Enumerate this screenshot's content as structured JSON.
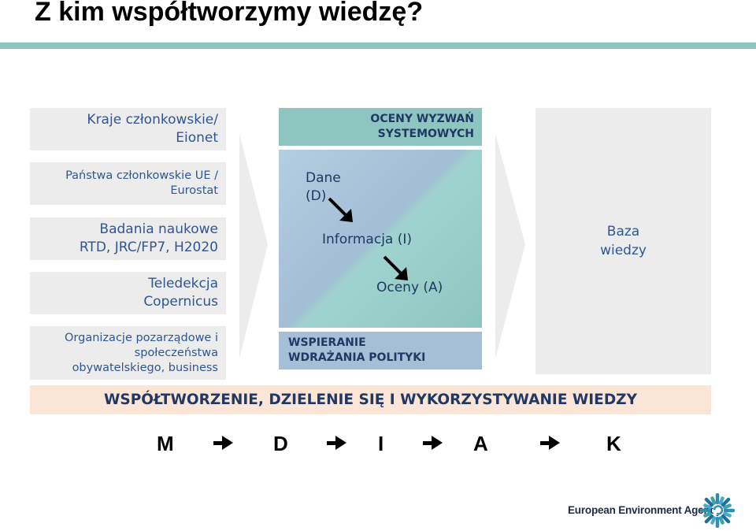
{
  "title": "Z kim współtworzymy wiedzę?",
  "sources": [
    {
      "line1": "Kraje członkowskie/",
      "line2": "Eionet"
    },
    {
      "line1": "Państwa członkowskie UE /",
      "line2": "Eurostat"
    },
    {
      "line1": "Badania naukowe",
      "line2": "RTD, JRC/FP7, H2020"
    },
    {
      "line1": "Teledekcja",
      "line2": "Copernicus"
    },
    {
      "line1": "Organizacje pozarządowe i",
      "line2": "społeczeństwa",
      "line3": "obywatelskiego, business"
    }
  ],
  "center": {
    "header_line1": "OCENY WYZWAŃ",
    "header_line2": "SYSTEMOWYCH",
    "data_line1": "Dane",
    "data_line2": "(D)",
    "information": "Informacja (I)",
    "assessments": "Oceny (A)",
    "policy_line1": "WSPIERANIE",
    "policy_line2": "WDRAŻANIA POLITYKI"
  },
  "knowledge_base": {
    "line1": "Baza",
    "line2": "wiedzy"
  },
  "cocreation_bar": "WSPÓŁTWORZENIE, DZIELENIE SIĘ I WYKORZYSTYWANIE WIEDZY",
  "mdiak": [
    "M",
    "D",
    "I",
    "A",
    "K"
  ],
  "footer": {
    "org_name": "European Environment Agency",
    "logo_icon": "eea-logo-icon"
  },
  "colors": {
    "teal": "#8fc5c1",
    "blue_grey": "#a6bed6",
    "text_blue": "#2f5597",
    "peach": "#fbe5d6"
  }
}
